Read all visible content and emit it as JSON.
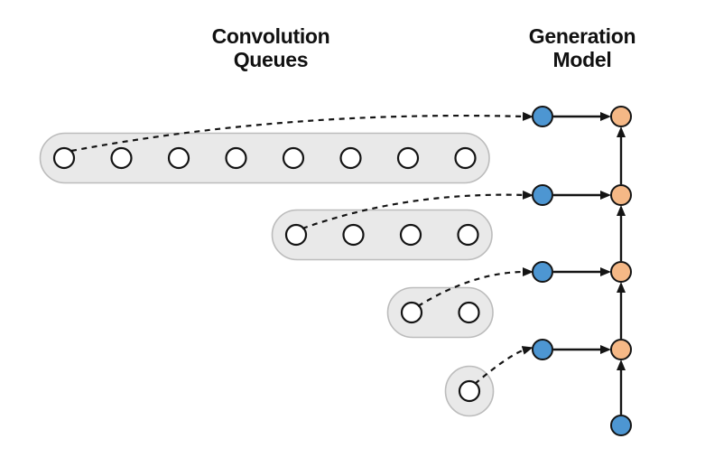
{
  "headers": {
    "left": {
      "line1": "Convolution",
      "line2": "Queues"
    },
    "right": {
      "line1": "Generation",
      "line2": "Model"
    }
  },
  "colors": {
    "background": "#ffffff",
    "queue_fill": "#e9e9e9",
    "queue_stroke": "#bcbcbc",
    "cell_fill": "#ffffff",
    "cell_stroke": "#141414",
    "blue_node": "#4d96d2",
    "orange_node": "#f5b886",
    "arrow": "#141414"
  },
  "queues": [
    {
      "name": "queue-1",
      "cells": 8
    },
    {
      "name": "queue-2",
      "cells": 4
    },
    {
      "name": "queue-3",
      "cells": 2
    },
    {
      "name": "queue-4",
      "cells": 1
    }
  ],
  "model": {
    "rows": [
      {
        "input_color": "blue_node",
        "output_color": "orange_node"
      },
      {
        "input_color": "blue_node",
        "output_color": "orange_node"
      },
      {
        "input_color": "blue_node",
        "output_color": "orange_node"
      },
      {
        "input_color": "blue_node",
        "output_color": "orange_node"
      }
    ],
    "seed_color": "blue_node"
  }
}
